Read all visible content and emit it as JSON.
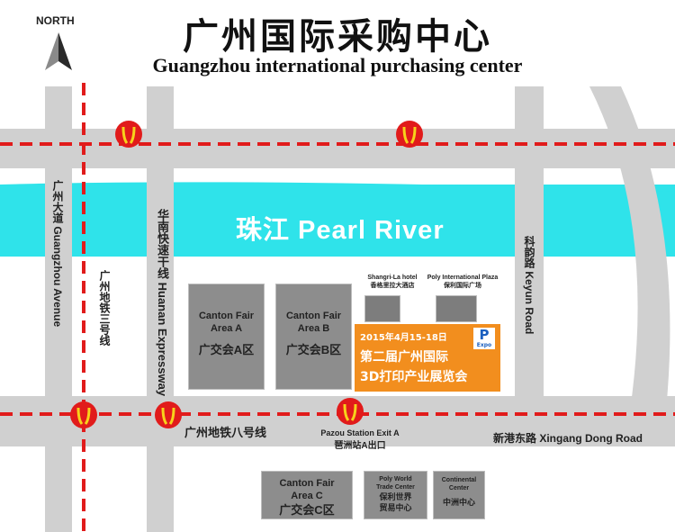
{
  "title_cn": "广州国际采购中心",
  "title_en": "Guangzhou international purchasing center",
  "north_label": "NORTH",
  "river_label": "珠江 Pearl River",
  "roads": {
    "guangzhou_avenue": "广州大道 Guangzhou Avenue",
    "metro_line_3": "广州地铁三号线",
    "huanan_expressway": "华南快速干线 Huanan Expressway",
    "keyun_road": "科韵路 Keyun Road",
    "metro_line_8": "广州地铁八号线",
    "xingang_road": "新港东路 Xingang Dong Road"
  },
  "station": {
    "en": "Pazou Station Exit A",
    "cn": "琶洲站A出口"
  },
  "areas": {
    "a": {
      "en1": "Canton Fair",
      "en2": "Area A",
      "cn": "广交会A区"
    },
    "b": {
      "en1": "Canton Fair",
      "en2": "Area B",
      "cn": "广交会B区"
    },
    "c": {
      "en1": "Canton Fair",
      "en2": "Area C",
      "cn": "广交会C区"
    }
  },
  "hotels": {
    "shangrila": {
      "en": "Shangri-La hotel",
      "cn": "香格里拉大酒店"
    },
    "poly_plaza": {
      "en": "Poly International Plaza",
      "cn": "保利国际广场"
    }
  },
  "buildings": {
    "poly_world": {
      "en1": "Poly World",
      "en2": "Trade Center",
      "cn1": "保利世界",
      "cn2": "贸易中心"
    },
    "continental": {
      "en1": "Continental",
      "en2": "Center",
      "cn": "中洲中心"
    }
  },
  "expo": {
    "date": "2015年4月15-18日",
    "line1": "第二届广州国际",
    "line2": "3D打印产业展览会",
    "logo": "P",
    "logo_sub": "Expo"
  },
  "colors": {
    "river": "#2fe3ea",
    "road": "#d0d0d0",
    "metro_line": "#e11b1b",
    "expo": "#f28e1e",
    "block": "#8d8d8d"
  },
  "icons": [
    "north-arrow-icon",
    "metro-logo-icon",
    "expo-logo-icon"
  ]
}
